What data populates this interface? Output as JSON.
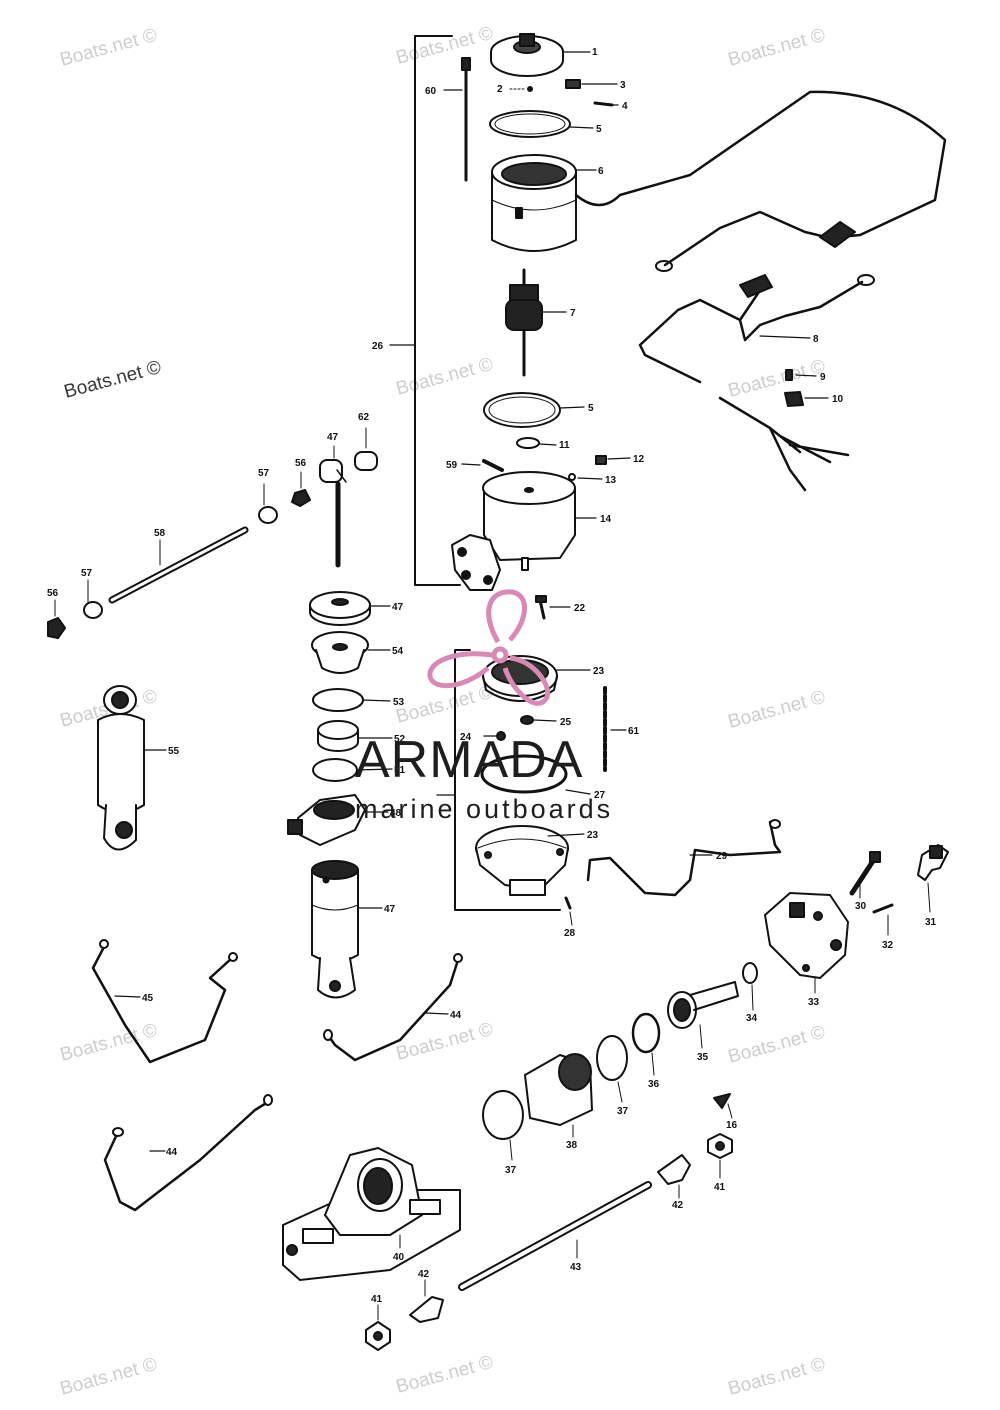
{
  "diagram": {
    "part_labels": [
      "1",
      "2",
      "3",
      "4",
      "5",
      "5",
      "6",
      "7",
      "8",
      "9",
      "10",
      "11",
      "12",
      "13",
      "14",
      "59",
      "60",
      "26",
      "62",
      "47",
      "56",
      "57",
      "58",
      "57",
      "56",
      "47",
      "54",
      "53",
      "52",
      "51",
      "48",
      "55",
      "47",
      "22",
      "23",
      "25",
      "61",
      "24",
      "27",
      "23",
      "28",
      "29",
      "30",
      "31",
      "32",
      "33",
      "34",
      "35",
      "36",
      "37",
      "37",
      "38",
      "16",
      "41",
      "42",
      "40",
      "43",
      "41",
      "42",
      "45",
      "44",
      "44"
    ]
  },
  "watermarks": {
    "site": "Boats.net ©",
    "site_dark": "Boats.net ©"
  },
  "logo": {
    "name": "ARMADA",
    "tagline": "marine outboards",
    "color": "#d98ab4"
  }
}
